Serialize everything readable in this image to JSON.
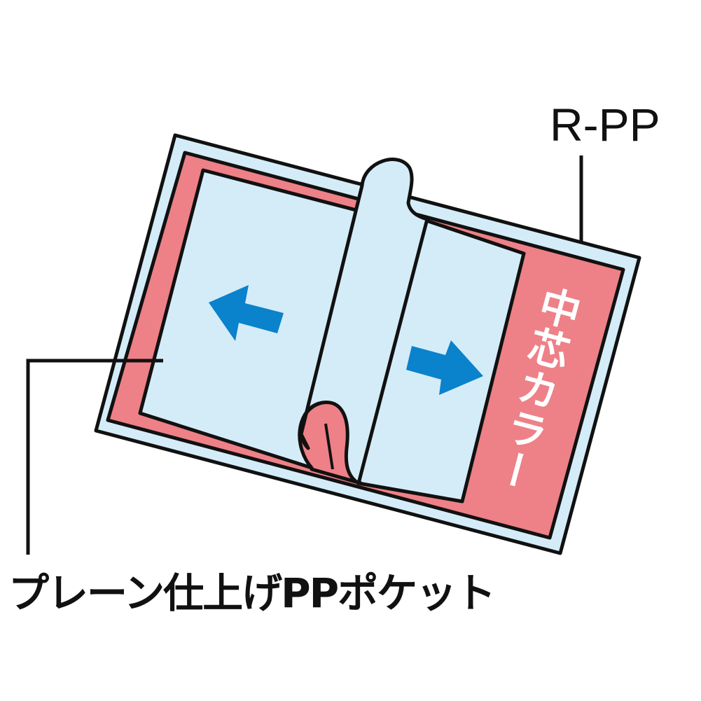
{
  "labels": {
    "cover": "R-PP",
    "pocket": "プレーン仕上げPPポケット",
    "core_color": "中芯カラー"
  },
  "colors": {
    "cover": "#d4ecf8",
    "core": "#ee8087",
    "arrow": "#0a82cc",
    "outline": "#111111"
  }
}
